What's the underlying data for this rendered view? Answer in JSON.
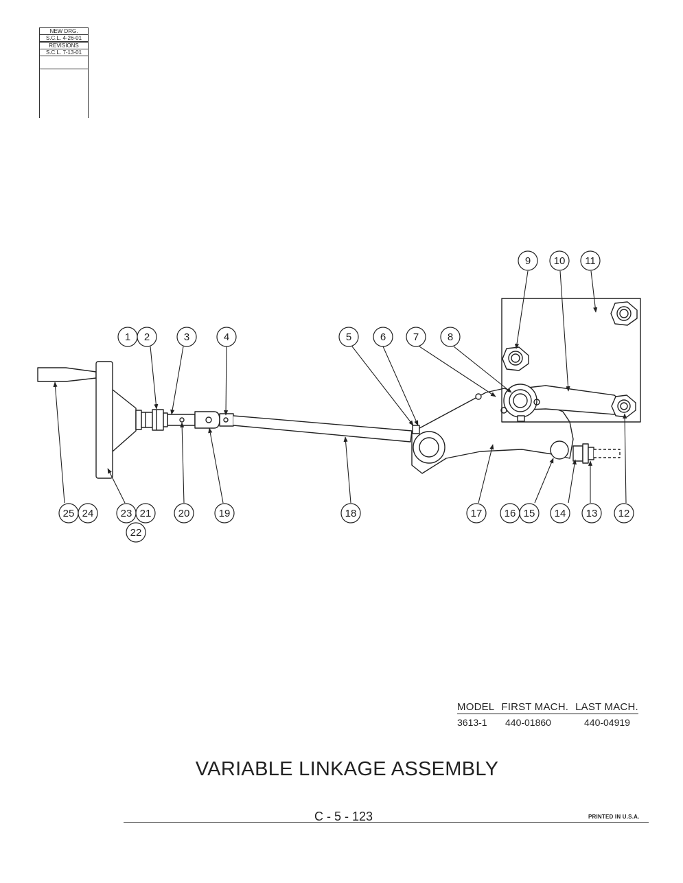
{
  "revision_block": {
    "new_drawing_label": "NEW DRG.",
    "new_drawing_entry": "S.C.L. 4-26-01",
    "revisions_label": "REVISIONS",
    "revision_entry": "S.C.L. 7-13-01"
  },
  "callouts": [
    "1",
    "2",
    "3",
    "4",
    "5",
    "6",
    "7",
    "8",
    "9",
    "10",
    "11",
    "12",
    "13",
    "14",
    "15",
    "16",
    "17",
    "18",
    "19",
    "20",
    "21",
    "22",
    "23",
    "24",
    "25"
  ],
  "title_block": {
    "model_header": "MODEL",
    "first_header": "FIRST MACH.",
    "last_header": "LAST MACH.",
    "model": "3613-1",
    "first": "440-01860",
    "last": "440-04919"
  },
  "title": "VARIABLE LINKAGE ASSEMBLY",
  "page_number": "C - 5 - 123",
  "printed": "PRINTED IN U.S.A."
}
